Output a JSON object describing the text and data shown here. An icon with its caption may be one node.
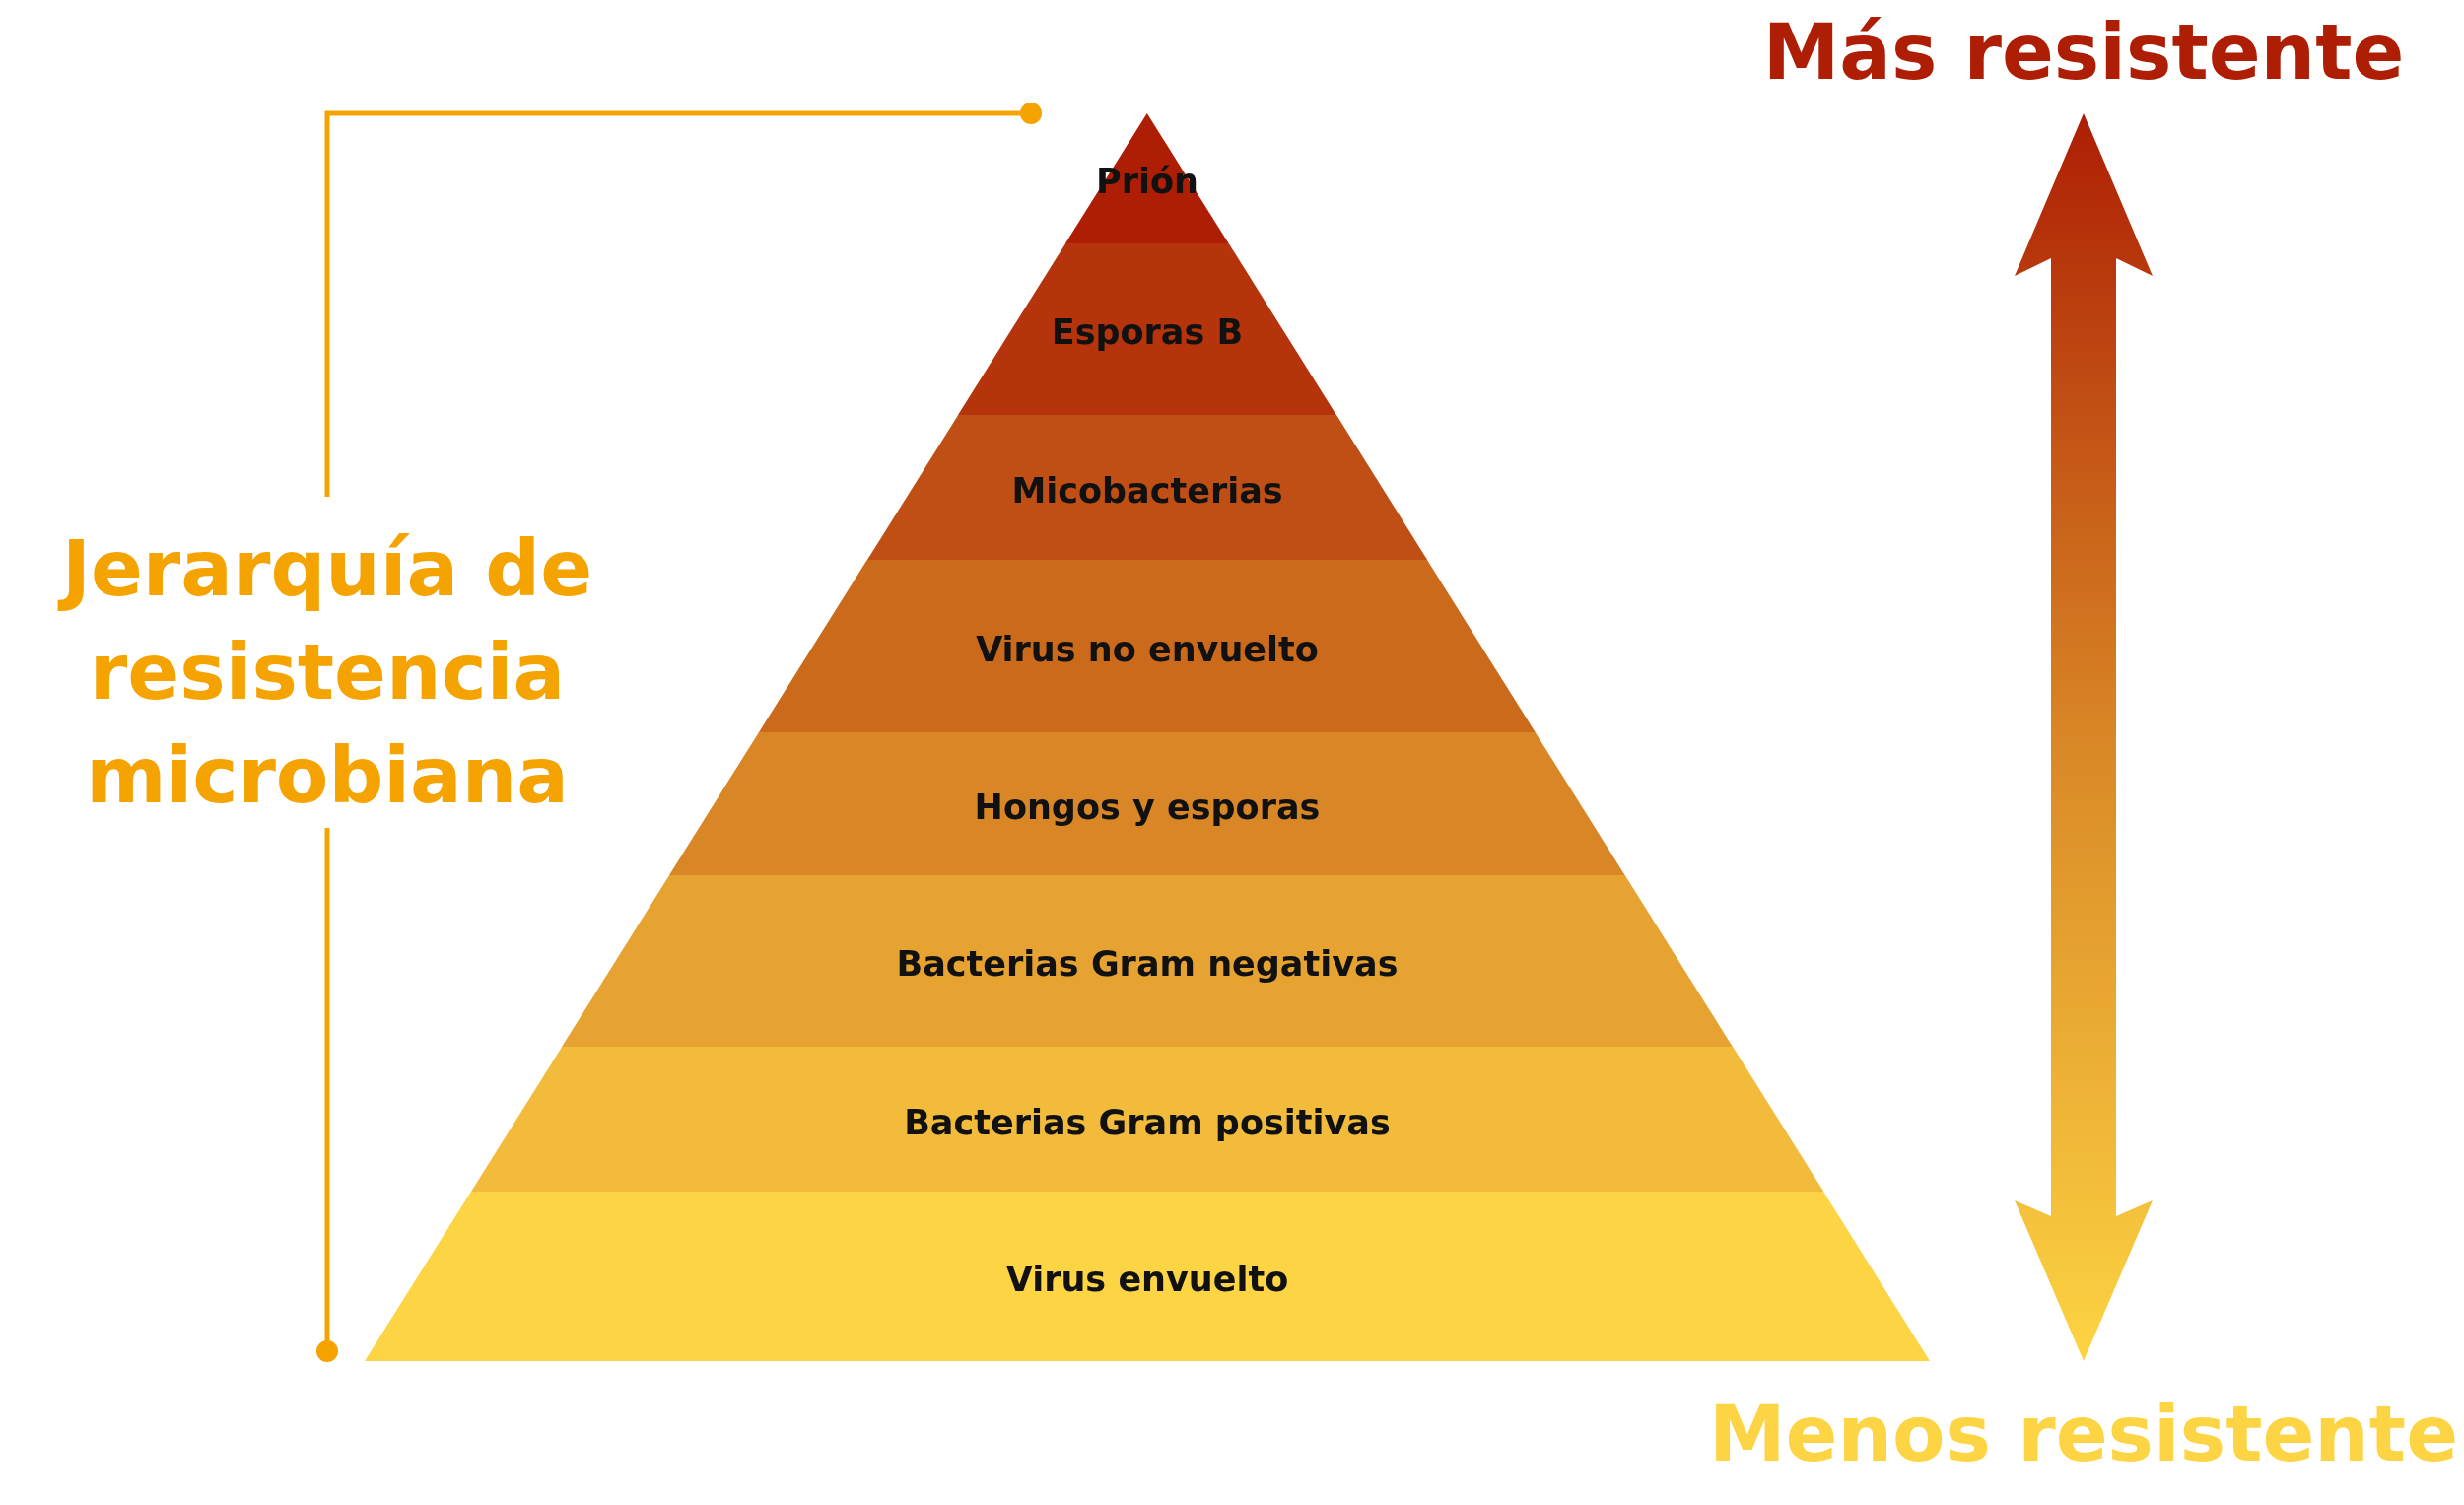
{
  "diagram": {
    "title": "Jerarquía de resistencia microbiana",
    "nodes": [
      {
        "text": [
          "Prión"
        ]
      },
      {
        "text": [
          "Esporas B"
        ]
      },
      {
        "text": [
          "Micobacterias"
        ]
      },
      {
        "text": [
          "Virus no envuelto"
        ]
      },
      {
        "text": [
          "Hongos y esporas"
        ]
      },
      {
        "text": [
          "Bacterias Gram negativas"
        ]
      },
      {
        "text": [
          "Bacterias Gram positivas"
        ]
      },
      {
        "text": [
          "Virus envuelto"
        ]
      }
    ],
    "labels": [
      "Más resistente",
      "Menos resistente"
    ]
  }
}
